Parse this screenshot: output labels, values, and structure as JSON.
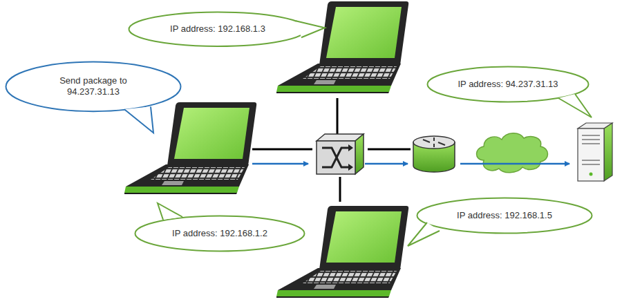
{
  "diagram": {
    "nodes": [
      {
        "text": [
          "IP address: 192.168.1.3"
        ]
      },
      {
        "text": [
          "Send package to 94.237.31.13"
        ]
      },
      {
        "text": [
          "IP address: 94.237.31.13"
        ]
      },
      {
        "text": [
          "IP address: 192.168.1.5"
        ]
      },
      {
        "text": [
          "IP address: 192.168.1.2"
        ]
      }
    ]
  }
}
